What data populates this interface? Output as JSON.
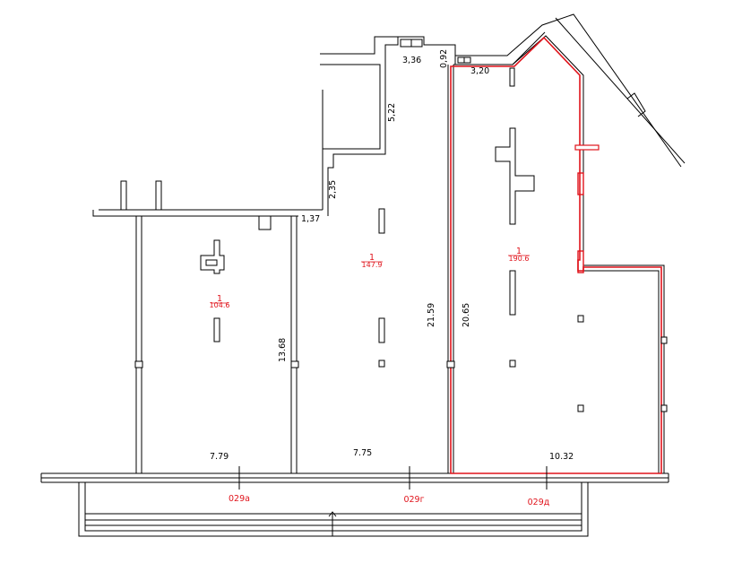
{
  "dimensions": {
    "d_336": "3,36",
    "d_092": "0,92",
    "d_320": "3,20",
    "d_522": "5,22",
    "d_235": "2,35",
    "d_137": "1,37",
    "d_2159": "21.59",
    "d_2065": "20.65",
    "d_1368": "13.68",
    "d_779": "7.79",
    "d_775": "7.75",
    "d_1032": "10.32"
  },
  "rooms": [
    {
      "number": "1",
      "area": "104.6"
    },
    {
      "number": "1",
      "area": "147.9"
    },
    {
      "number": "1",
      "area": "190.6"
    }
  ],
  "entrances": [
    "029а",
    "029г",
    "029д"
  ],
  "colors": {
    "wall": "#000000",
    "highlight": "#e0141c",
    "background": "#ffffff"
  }
}
